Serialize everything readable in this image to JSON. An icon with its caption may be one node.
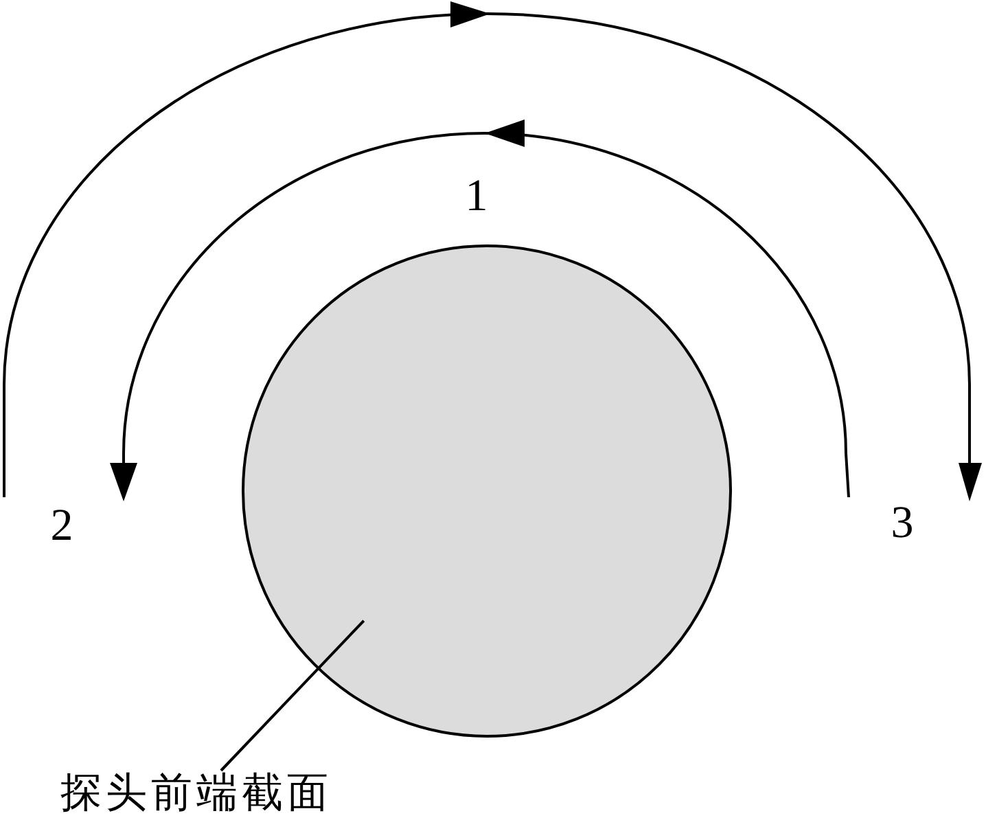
{
  "diagram": {
    "nodes": [
      {
        "text": [],
        "shape": "circle"
      },
      {
        "text": [
          "探头前端截面"
        ]
      }
    ],
    "edges": [
      {
        "from": 1,
        "to": 0,
        "arrow": "none"
      }
    ],
    "labels": [
      "1",
      "2",
      "3"
    ]
  }
}
